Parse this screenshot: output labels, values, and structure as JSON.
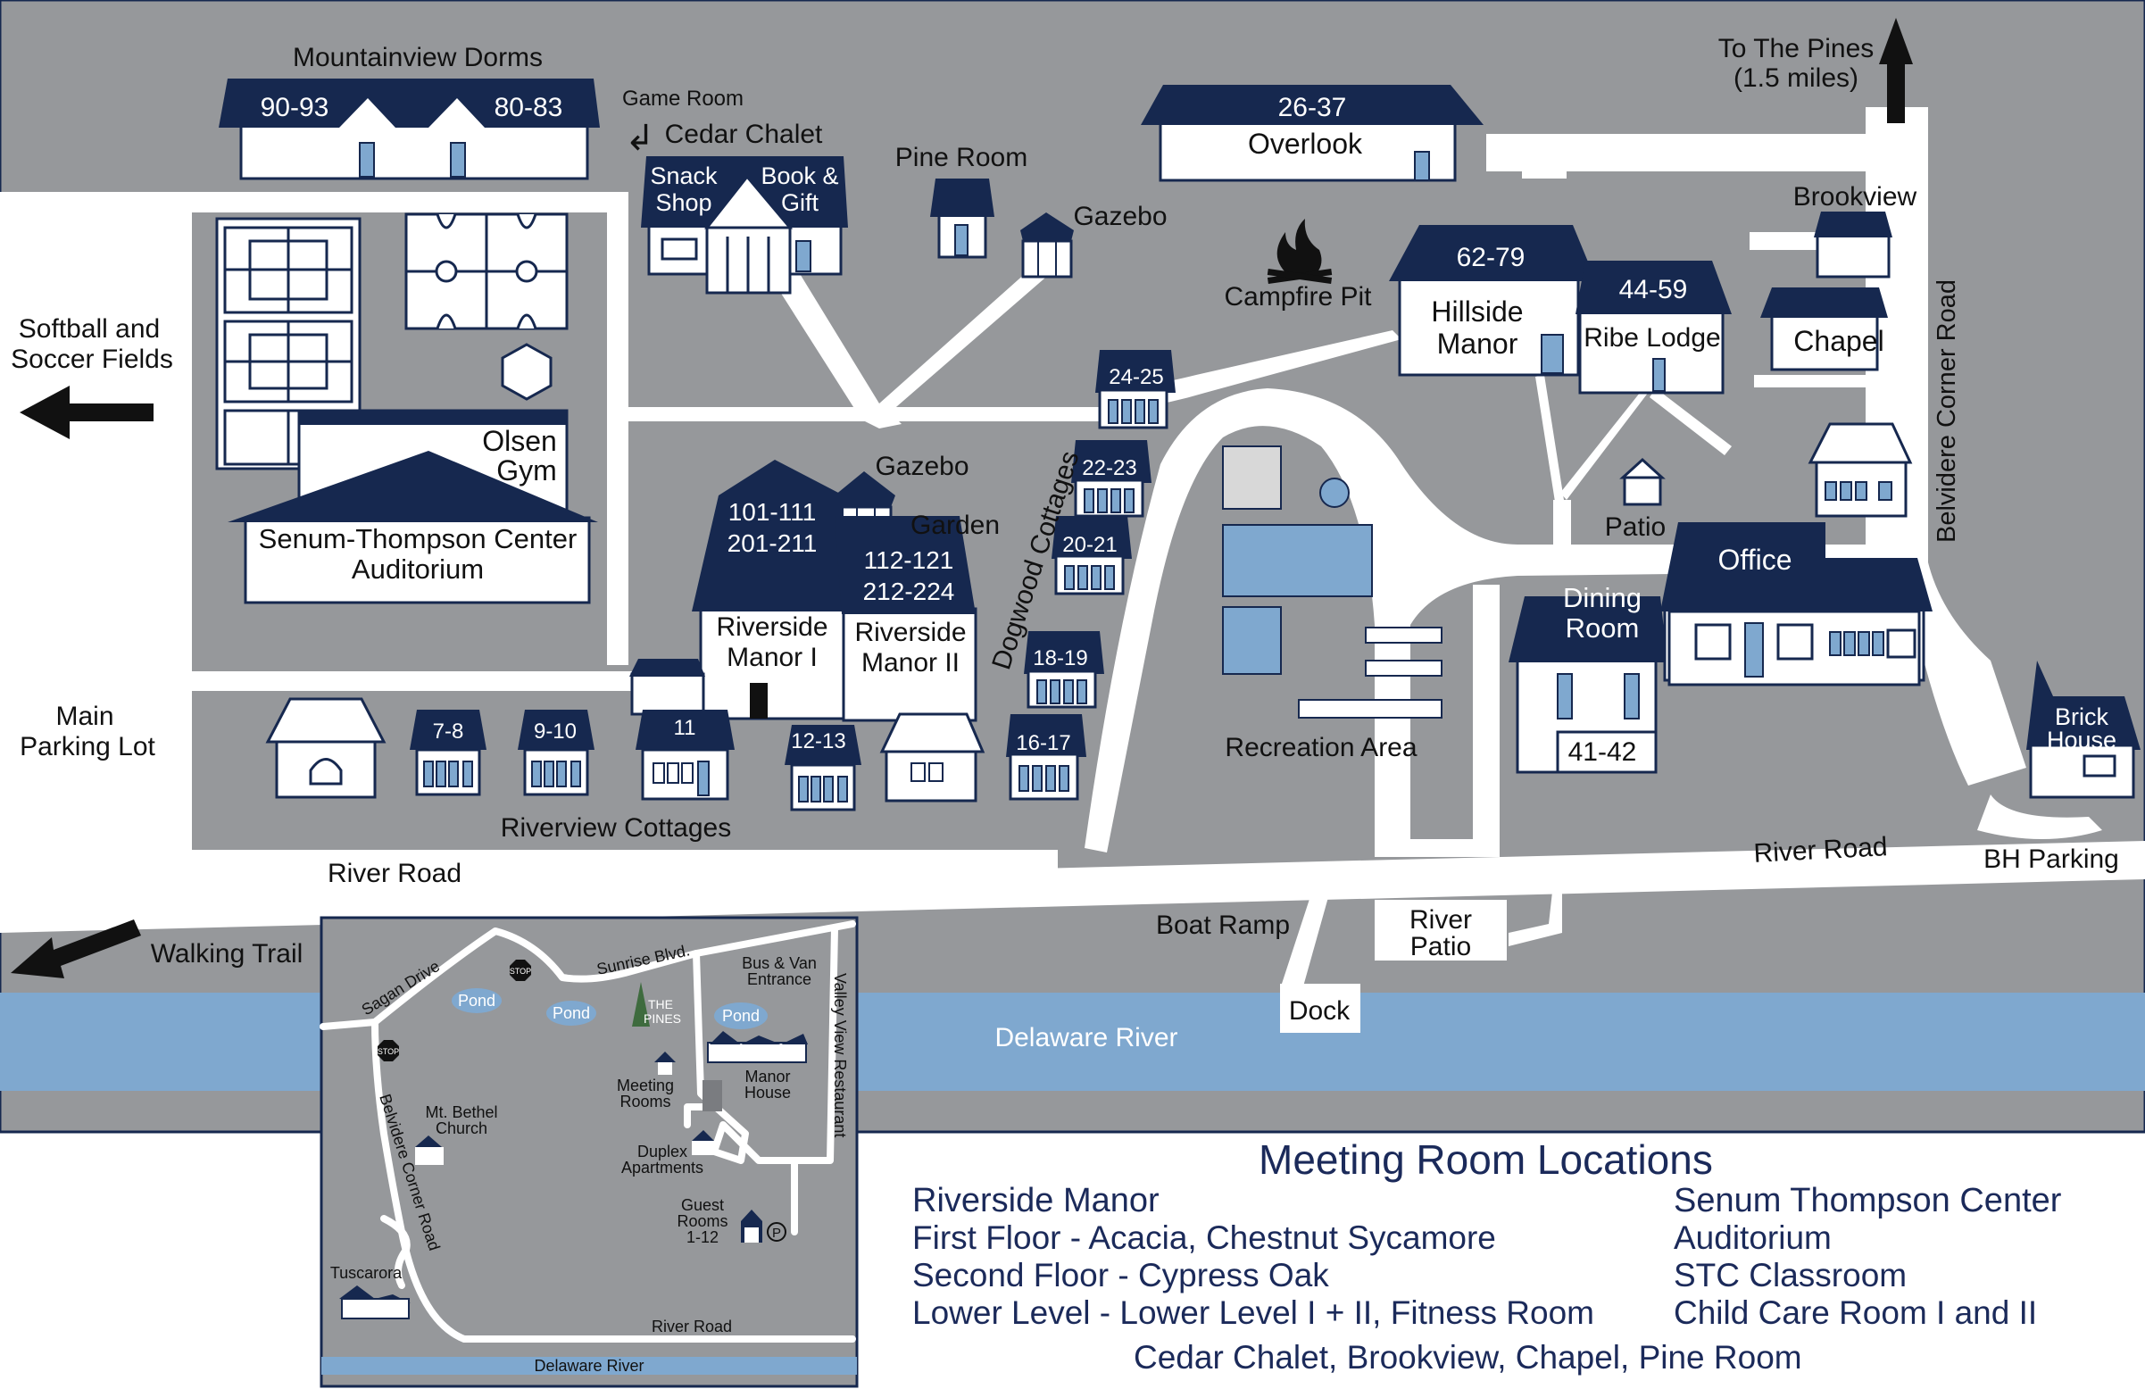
{
  "colors": {
    "navy": "#16284f",
    "ground": "#96989b",
    "road": "#ffffff",
    "river": "#7fa8cf",
    "court": "#ffffff"
  },
  "labels": {
    "mountainview": "Mountainview Dorms",
    "m_90": "90-93",
    "m_80": "80-83",
    "game_room": "Game Room",
    "cedar_chalet": "Cedar Chalet",
    "snack": "Snack",
    "shop": "Shop",
    "book": "Book &",
    "gift": "Gift",
    "pine_room": "Pine Room",
    "gazebo1": "Gazebo",
    "overlook_num": "26-37",
    "overlook": "Overlook",
    "to_pines1": "To The Pines",
    "to_pines2": "(1.5 miles)",
    "brookview": "Brookview",
    "campfire": "Campfire Pit",
    "hillside_num": "62-79",
    "hillside1": "Hillside",
    "hillside2": "Manor",
    "ribe_num": "44-59",
    "ribe": "Ribe Lodge",
    "chapel": "Chapel",
    "belvidere": "Belvidere Corner Road",
    "softball1": "Softball and",
    "softball2": "Soccer Fields",
    "olsen1": "Olsen",
    "olsen2": "Gym",
    "stc1": "Senum-Thompson Center",
    "stc2": "Auditorium",
    "gazebo2": "Gazebo",
    "garden": "Garden",
    "rm1_a": "101-111",
    "rm1_b": "201-211",
    "rm2_a": "112-121",
    "rm2_b": "212-224",
    "rm1_1": "Riverside",
    "rm1_2": "Manor I",
    "rm2_1": "Riverside",
    "rm2_2": "Manor II",
    "dogwood": "Dogwood Cottages",
    "c24": "24-25",
    "c22": "22-23",
    "c20": "20-21",
    "c18": "18-19",
    "c16": "16-17",
    "c12": "12-13",
    "c11": "11",
    "c9": "9-10",
    "c7": "7-8",
    "patio": "Patio",
    "office": "Office",
    "dining1": "Dining",
    "dining2": "Room",
    "dining_num": "41-42",
    "brick1": "Brick",
    "brick2": "House",
    "main_lot1": "Main",
    "main_lot2": "Parking Lot",
    "riverview": "Riverview Cottages",
    "recreation": "Recreation Area",
    "river_road1": "River Road",
    "river_road2": "River Road",
    "bh_parking": "BH Parking",
    "walking": "Walking Trail",
    "boat_ramp": "Boat Ramp",
    "river_patio1": "River",
    "river_patio2": "Patio",
    "dock": "Dock",
    "delaware": "Delaware River"
  },
  "inset": {
    "sagan": "Sagan Drive",
    "sunrise": "Sunrise Blvd.",
    "bus1": "Bus & Van",
    "bus2": "Entrance",
    "valley": "Valley View Restaurant",
    "pond1": "Pond",
    "pond2": "Pond",
    "pond3": "Pond",
    "stop1": "STOP",
    "stop2": "STOP",
    "pines1": "THE",
    "pines2": "PINES",
    "manor1": "Manor",
    "manor2": "House",
    "meeting1": "Meeting",
    "meeting2": "Rooms",
    "bethel1": "Mt. Bethel",
    "bethel2": "Church",
    "duplex1": "Duplex",
    "duplex2": "Apartments",
    "guest1": "Guest",
    "guest2": "Rooms",
    "guest3": "1-12",
    "parking": "P",
    "belvidere": "Belvidere Corner Road",
    "tuscarora": "Tuscarora",
    "river_road": "River Road",
    "delaware": "Delaware River"
  },
  "legend": {
    "title": "Meeting Room Locations",
    "rm_head": "Riverside Manor",
    "rm_1": "First Floor - Acacia, Chestnut Sycamore",
    "rm_2": "Second Floor - Cypress Oak",
    "rm_3": "Lower Level - Lower Level I + II, Fitness Room",
    "stc_head": "Senum Thompson Center",
    "stc_1": "Auditorium",
    "stc_2": "STC Classroom",
    "stc_3": "Child Care Room I and II",
    "other": "Cedar Chalet, Brookview, Chapel, Pine Room"
  }
}
